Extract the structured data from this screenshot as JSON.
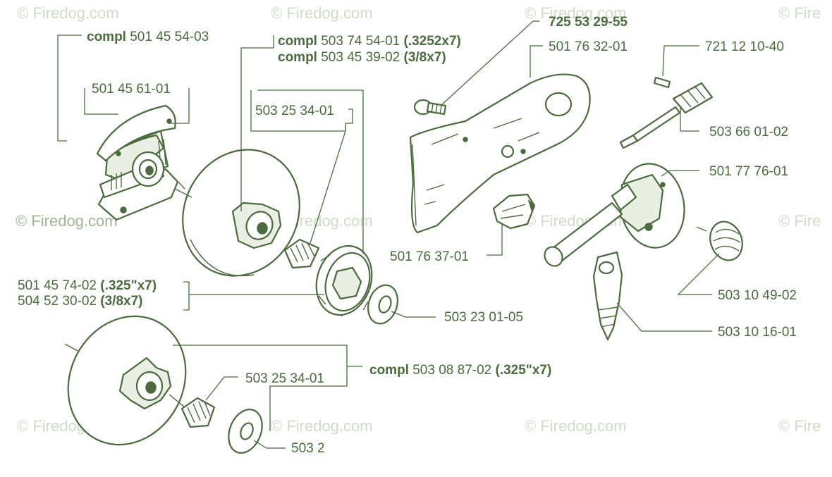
{
  "watermark": "© Firedog.com",
  "watermark_short": "© Fire",
  "labels": {
    "clutch_compl": {
      "bold": "compl",
      "text": " 501 45 54-03"
    },
    "clutch_shoe": "501 45 61-01",
    "drum_compl_1": {
      "bold": "compl",
      "text": " 503 74 54-01 ",
      "bold_tail": "(.3252x7)"
    },
    "drum_compl_2": {
      "bold": "compl",
      "text": " 503 45 39-02 ",
      "bold_tail": "(3/8x7)"
    },
    "bearing_top": "503 25 34-01",
    "rim_1": {
      "text": "501 45 74-02 ",
      "bold_tail": "(.325\"x7)"
    },
    "rim_2": {
      "text": "504 52 30-02 ",
      "bold_tail": "(3/8x7)"
    },
    "washer_top": "503 23 01-05",
    "drum_bottom_compl": {
      "bold": "compl",
      "text": " 503 08 87-02 ",
      "bold_tail": "(.325\"x7)"
    },
    "bearing_bottom": "503 25 34-01",
    "washer_bottom": "503 2",
    "bolt": "725 53 29-55",
    "cover_plate": "501 76 32-01",
    "chain_catcher": "501 76 37-01",
    "pin": "721 12 10-40",
    "pump_shaft": "503 66 01-02",
    "oil_pump": "501 77 76-01",
    "spring": "503 10 49-02",
    "pump_piston": "503 10 16-01"
  }
}
